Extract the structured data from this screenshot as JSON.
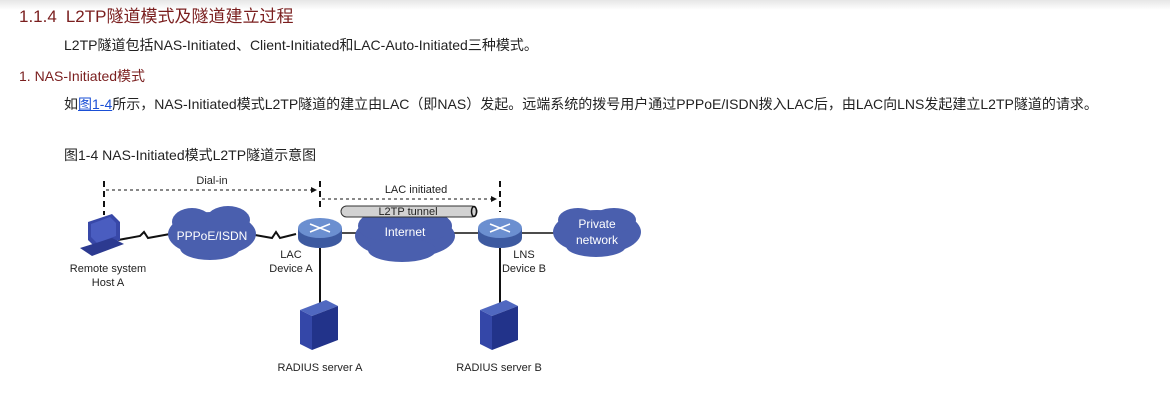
{
  "heading": {
    "number": "1.1.4",
    "title": "L2TP隧道模式及隧道建立过程"
  },
  "intro": "L2TP隧道包括NAS-Initiated、Client-Initiated和LAC-Auto-Initiated三种模式。",
  "subheading": "1. NAS-Initiated模式",
  "paragraph": {
    "prefix": "如",
    "link": "图1-4",
    "rest": "所示，NAS-Initiated模式L2TP隧道的建立由LAC（即NAS）发起。远端系统的拨号用户通过PPPoE/ISDN拨入LAC后，由LAC向LNS发起建立L2TP隧道的请求。"
  },
  "figure": {
    "caption": "图1-4 NAS-Initiated模式L2TP隧道示意图",
    "labels": {
      "dial_in": "Dial-in",
      "lac_initiated": "LAC initiated",
      "tunnel": "L2TP tunnel",
      "pppoe_cloud": "PPPoE/ISDN",
      "internet_cloud": "Internet",
      "private_cloud_line1": "Private",
      "private_cloud_line2": "network",
      "host_line1": "Remote system",
      "host_line2": "Host A",
      "lac_line1": "LAC",
      "lac_line2": "Device A",
      "lns_line1": "LNS",
      "lns_line2": "Device B",
      "radius_a": "RADIUS server A",
      "radius_b": "RADIUS server B"
    },
    "colors": {
      "cloud": "#4a5fae",
      "router": "#5a7cc0",
      "server": "#2c3d96",
      "tunnel": "#d2d2d2"
    }
  }
}
